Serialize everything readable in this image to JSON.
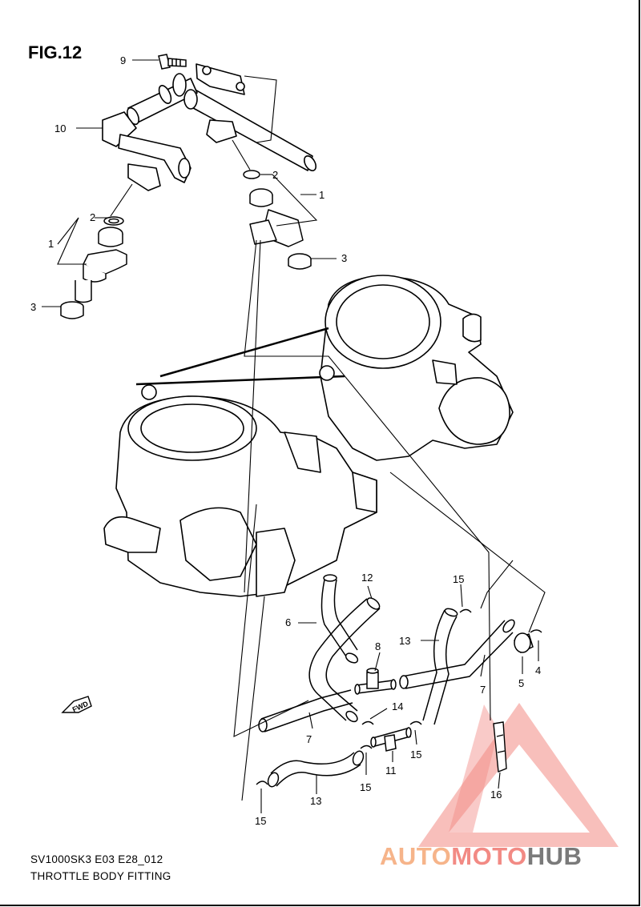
{
  "figure": {
    "label": "FIG.12",
    "code": "SV1000SK3 E03 E28_012",
    "title": "THROTTLE BODY FITTING"
  },
  "callouts": [
    "9",
    "10",
    "2",
    "1",
    "3",
    "2",
    "1",
    "3",
    "12",
    "6",
    "15",
    "13",
    "8",
    "7",
    "5",
    "4",
    "14",
    "7",
    "15",
    "11",
    "16",
    "13",
    "15",
    "15"
  ],
  "fwd_label": "FWD",
  "watermark": {
    "part1": "AUTO",
    "part2": "MOTO",
    "part3": "HUB",
    "color1": "#f6b48a",
    "color2": "#f28a84",
    "color3": "#7a7a7a",
    "logo_color": "#f28a84"
  }
}
